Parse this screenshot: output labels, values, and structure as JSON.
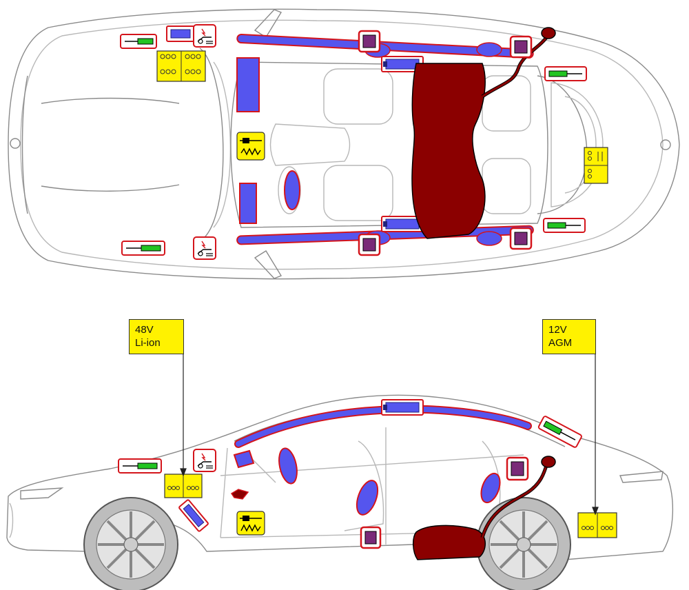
{
  "colors": {
    "outline": "#8a8a8a",
    "outline_light": "#b7b7b7",
    "airbag": "#5555ee",
    "warning_frame": "#d4141b",
    "fuel_tank": "#8b0000",
    "sensor": "#7a2a78",
    "gas_strut": "#22c422",
    "battery": "#fff200",
    "wheel": "#bdbdbd"
  },
  "callouts": {
    "battery_48v": {
      "line1": "48V",
      "line2": "Li-ion"
    },
    "battery_12v": {
      "line1": "12V",
      "line2": "AGM"
    }
  },
  "icons": [
    "airbag-icon",
    "gas-strut-icon",
    "pretensioner-icon",
    "battery-icon",
    "fuel-tank-icon",
    "sensor-icon",
    "seat-heater-icon",
    "inflator-icon"
  ]
}
